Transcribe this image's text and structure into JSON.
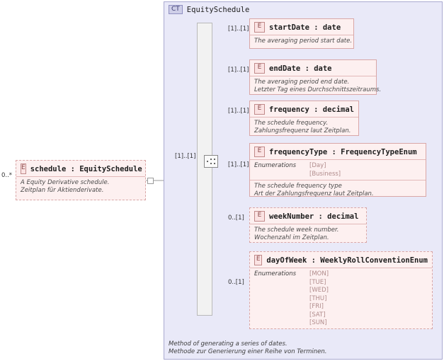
{
  "diagram": {
    "type": "xsd-element-diagram",
    "root_element": {
      "badge": "E",
      "name": "schedule : EquitySchedule",
      "cardinality": "0..*",
      "doc": [
        "A Equity Derivative schedule.",
        "Zeitplan für Aktienderivate."
      ]
    },
    "complex_type": {
      "badge": "CT",
      "title": "EquitySchedule",
      "connector_cardinality": "[1]..[1]",
      "footer": [
        "Method of generating a series of dates.",
        "Methode zur Generierung einer Reihe von Terminen."
      ]
    },
    "children": [
      {
        "badge": "E",
        "name": "startDate : date",
        "cardinality": "[1]..[1]",
        "style": "solid",
        "doc": [
          "The averaging period start date."
        ],
        "enumerations": null
      },
      {
        "badge": "E",
        "name": "endDate : date",
        "cardinality": "[1]..[1]",
        "style": "solid",
        "doc": [
          "The averaging period end date.",
          "Letzter Tag eines Durchschnittszeitraums."
        ],
        "enumerations": null
      },
      {
        "badge": "E",
        "name": "frequency : decimal",
        "cardinality": "[1]..[1]",
        "style": "solid",
        "doc": [
          "The schedule frequency.",
          "Zahlungsfrequenz laut Zeitplan."
        ],
        "enumerations": null
      },
      {
        "badge": "E",
        "name": "frequencyType : FrequencyTypeEnum",
        "cardinality": "[1]..[1]",
        "style": "solid",
        "doc": [
          "The schedule frequency type",
          "Art der Zahlungsfrequenz laut Zeitplan."
        ],
        "enumerations": {
          "label": "Enumerations",
          "values": [
            "[Day]",
            "[Business]"
          ]
        }
      },
      {
        "badge": "E",
        "name": "weekNumber : decimal",
        "cardinality": "0..[1]",
        "style": "dashed",
        "doc": [
          "The schedule week number.",
          "Wochenzahl im Zeitplan."
        ],
        "enumerations": null
      },
      {
        "badge": "E",
        "name": "dayOfWeek : WeeklyRollConventionEnum",
        "cardinality": "0..[1]",
        "style": "dashed",
        "doc": null,
        "enumerations": {
          "label": "Enumerations",
          "values": [
            "[MON]",
            "[TUE]",
            "[WED]",
            "[THU]",
            "[FRI]",
            "[SAT]",
            "[SUN]"
          ]
        }
      }
    ]
  }
}
